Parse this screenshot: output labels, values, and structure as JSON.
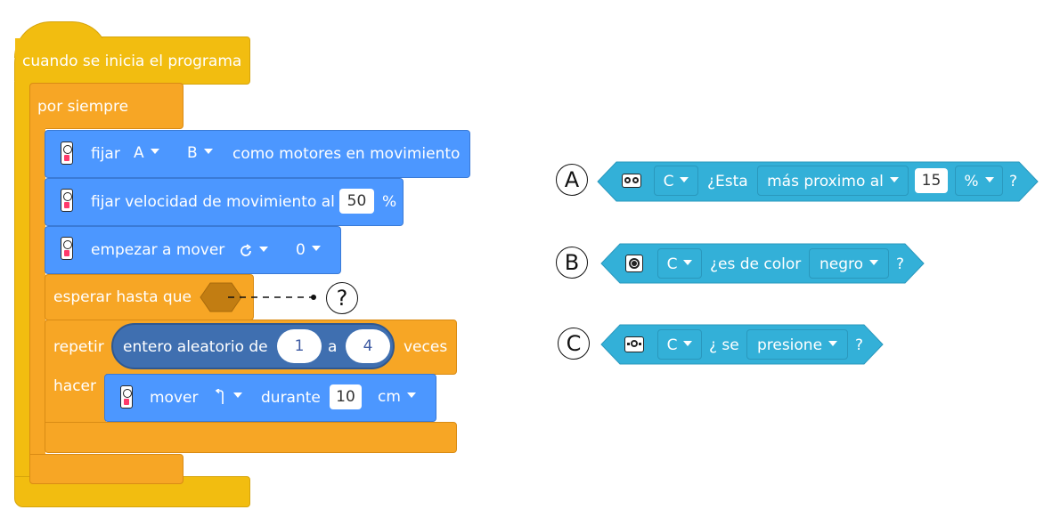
{
  "program": {
    "hat_label": "cuando se inicia el programa",
    "forever_label": "por siempre",
    "set_motors": {
      "text1": "fijar",
      "motor1": "A",
      "motor2": "B",
      "text2": "como motores en movimiento"
    },
    "set_speed": {
      "text1": "fijar velocidad de movimiento al",
      "value": "50",
      "unit": "%"
    },
    "start_move": {
      "text1": "empezar a mover",
      "direction_icon": "clockwise-arrow-icon",
      "value": "0"
    },
    "wait_until": {
      "text1": "esperar hasta que",
      "placeholder_mark": "?"
    },
    "repeat": {
      "text1": "repetir",
      "random_text": "entero aleatorio de",
      "min": "1",
      "sep": "a",
      "max": "4",
      "text2": "veces",
      "do_label": "hacer"
    },
    "move": {
      "text1": "mover",
      "direction_icon": "turn-arrow-icon",
      "text2": "durante",
      "value": "10",
      "unit": "cm"
    }
  },
  "options": [
    {
      "letter": "A",
      "sensor_icon": "distance-sensor-icon",
      "port": "C",
      "text1": "¿Esta",
      "comparison": "más proximo al",
      "value": "15",
      "unit": "%",
      "end": "?"
    },
    {
      "letter": "B",
      "sensor_icon": "color-sensor-icon",
      "port": "C",
      "text1": "¿es de color",
      "color": "negro",
      "end": "?"
    },
    {
      "letter": "C",
      "sensor_icon": "force-sensor-icon",
      "port": "C",
      "text1": "¿ se",
      "state": "presione",
      "end": "?"
    }
  ],
  "colors": {
    "events": "#f2bd10",
    "control": "#f7a625",
    "movement": "#4c97ff",
    "sensors": "#33b0d8",
    "operator": "#3f6fb0"
  }
}
